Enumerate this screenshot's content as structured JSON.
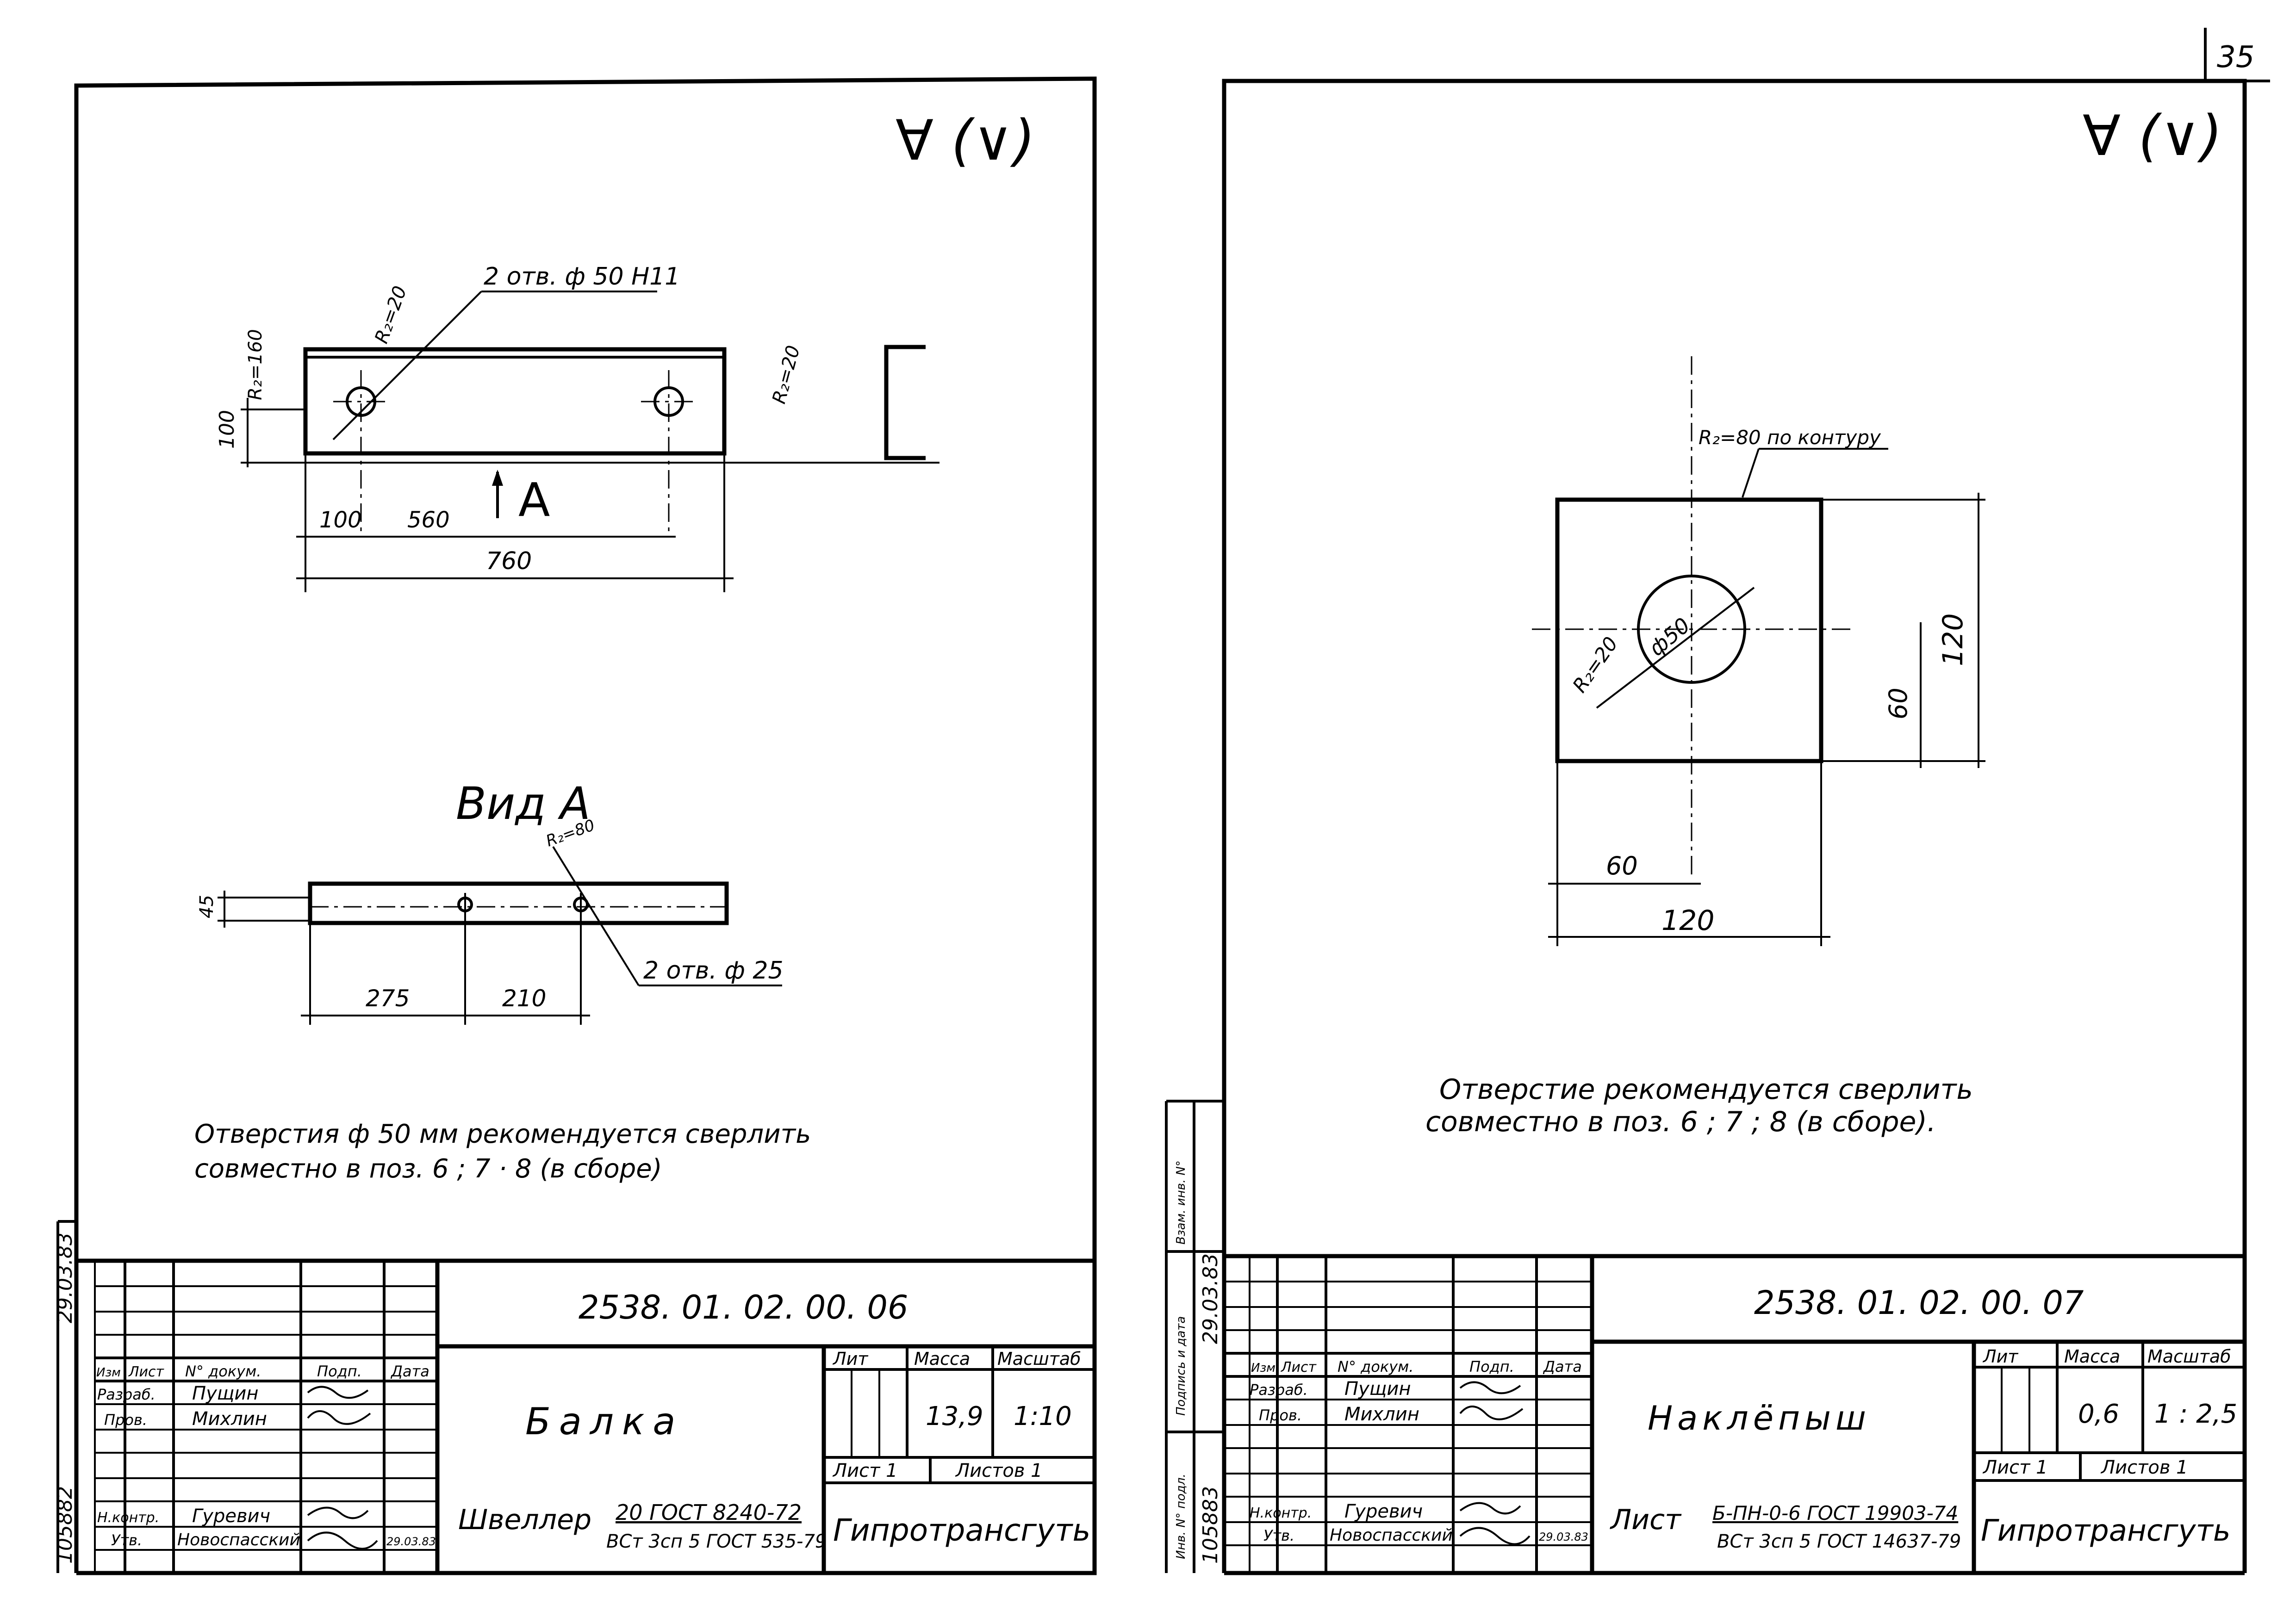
{
  "page_number": "35",
  "left_sheet": {
    "roughness_mark": "∀ (∨)",
    "hole_note_top": "2 отв. ф 50 Н11",
    "roughness_hole": "R₂=20",
    "roughness_left": "R₂=160",
    "roughness_right": "R₂=20",
    "dim_height": "100",
    "dim_100": "100",
    "dim_560": "560",
    "dim_760": "760",
    "view_arrow_label": "A",
    "view_title": "Вид A",
    "roughness_view": "R₂=80",
    "dim_45": "45",
    "dim_275": "275",
    "dim_210": "210",
    "hole_note_bottom": "2 отв. ф 25",
    "note_line1": "Отверстия  ф 50 мм  рекомендуется  сверлить",
    "note_line2": "совместно   в  поз.  6 ; 7 · 8 (в сборе)",
    "side_inv": "105882",
    "side_date": "29.03.83",
    "doc_number": "2538. 01. 02. 00. 06",
    "part_name": "Балка",
    "material_main": "Швеллер",
    "material_num": "20  ГОСТ 8240-72",
    "material_steel": "ВСт 3сп 5 ГОСТ 535-79",
    "org": "Гипротрансгуть",
    "col_lit": "Лит",
    "col_mass": "Масса",
    "col_scale": "Масштаб",
    "mass": "13,9",
    "scale": "1:10",
    "sheet": "Лист  1",
    "sheets": "Листов  1",
    "hdr_izm": "Изм",
    "hdr_list": "Лист",
    "hdr_docnum": "N° докум.",
    "hdr_sign": "Подп.",
    "hdr_date": "Дата",
    "role_dev": "Разраб.",
    "name_dev": "Пущин",
    "role_check": "Пров.",
    "name_check": "Михлин",
    "role_nkontr": "Н.контр.",
    "name_nkontr": "Гуревич",
    "role_approve": "Утв.",
    "name_approve": "Новоспасский",
    "approve_date": "29.03.83"
  },
  "right_sheet": {
    "roughness_mark": "∀ (∨)",
    "contour_note": "R₂=80  по контуру",
    "hole_label": "ф50",
    "roughness_hole": "R₂=20",
    "dim_60_v": "60",
    "dim_120_v": "120",
    "dim_60_h": "60",
    "dim_120_h": "120",
    "note_line1": "Отверстие  рекомендуется  сверлить",
    "note_line2": "совместно   в  поз.  6 ; 7 ; 8 (в сборе).",
    "side_inv": "105883",
    "side_date": "29.03.83",
    "side_lbl1": "Инв. N° подл.",
    "side_lbl2": "Подпись и дата",
    "side_lbl3": "Взам. инв. N°",
    "doc_number": "2538. 01. 02. 00. 07",
    "part_name": "Наклёпыш",
    "material_main": "Лист",
    "material_num": "Б-ПН-0-6 ГОСТ 19903-74",
    "material_steel": "ВСт 3сп 5 ГОСТ 14637-79",
    "org": "Гипротрансгуть",
    "col_lit": "Лит",
    "col_mass": "Масса",
    "col_scale": "Масштаб",
    "mass": "0,6",
    "scale": "1 : 2,5",
    "sheet": "Лист  1",
    "sheets": "Листов  1",
    "hdr_izm": "Изм",
    "hdr_list": "Лист",
    "hdr_docnum": "N° докум.",
    "hdr_sign": "Подп.",
    "hdr_date": "Дата",
    "role_dev": "Разраб.",
    "name_dev": "Пущин",
    "role_check": "Пров.",
    "name_check": "Михлин",
    "role_nkontr": "Н.контр.",
    "name_nkontr": "Гуревич",
    "role_approve": "Утв.",
    "name_approve": "Новоспасский",
    "approve_date": "29.03.83"
  }
}
